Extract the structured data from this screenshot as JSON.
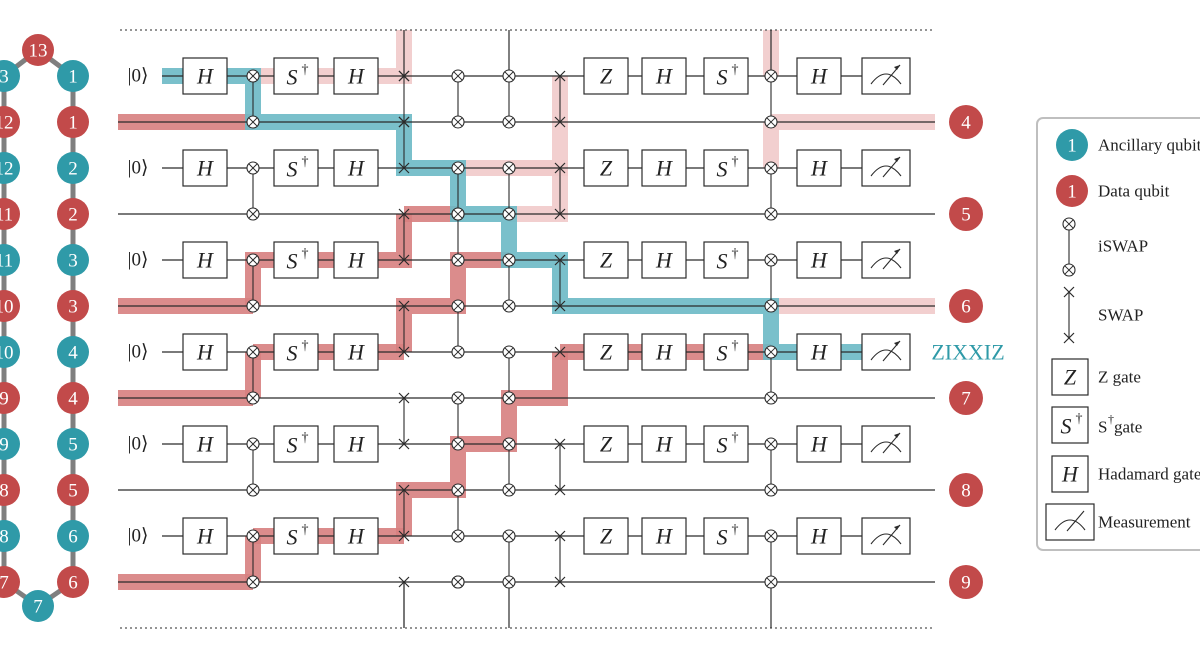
{
  "colors": {
    "ancilla": "#2f9aa8",
    "data": "#c24a4a",
    "data_band": "#d77f7f",
    "data_band_faint": "#f1caca",
    "anc_band": "#6cb9c5",
    "wire": "#2b2b2b",
    "chain": "#7f7f7f"
  },
  "ring": {
    "top_node": "13",
    "bottom_node": "7",
    "left_column": [
      "3",
      "12",
      "12",
      "11",
      "11",
      "10",
      "10",
      "9",
      "9",
      "8",
      "8",
      "7"
    ],
    "left_roles": [
      "a",
      "d",
      "a",
      "d",
      "a",
      "d",
      "a",
      "d",
      "a",
      "d",
      "a",
      "d"
    ],
    "right_column": [
      "1",
      "1",
      "2",
      "2",
      "3",
      "3",
      "4",
      "4",
      "5",
      "5",
      "6",
      "6"
    ],
    "right_roles": [
      "a",
      "d",
      "a",
      "d",
      "a",
      "d",
      "a",
      "d",
      "a",
      "d",
      "a",
      "d"
    ]
  },
  "circuit": {
    "init_label": "|0⟩",
    "gate_h": "H",
    "gate_z": "Z",
    "gate_s": "S",
    "dagger": "†",
    "data_labels": [
      "4",
      "5",
      "6",
      "7",
      "8",
      "9"
    ],
    "stabilizer_label": "ZIXXIZ"
  },
  "legend": {
    "ancilla_num": "1",
    "ancilla_text": "Ancillary qubit",
    "data_num": "1",
    "data_text": "Data qubit",
    "iswap_text": "iSWAP",
    "swap_text": "SWAP",
    "z_symbol": "Z",
    "z_text": "Z gate",
    "s_symbol": "S",
    "s_dagger": "†",
    "s_text_prefix": "S",
    "s_text_dagger": "†",
    "s_text_suffix": "gate",
    "h_symbol": "H",
    "h_text": "Hadamard gate",
    "m_text": "Measurement"
  }
}
